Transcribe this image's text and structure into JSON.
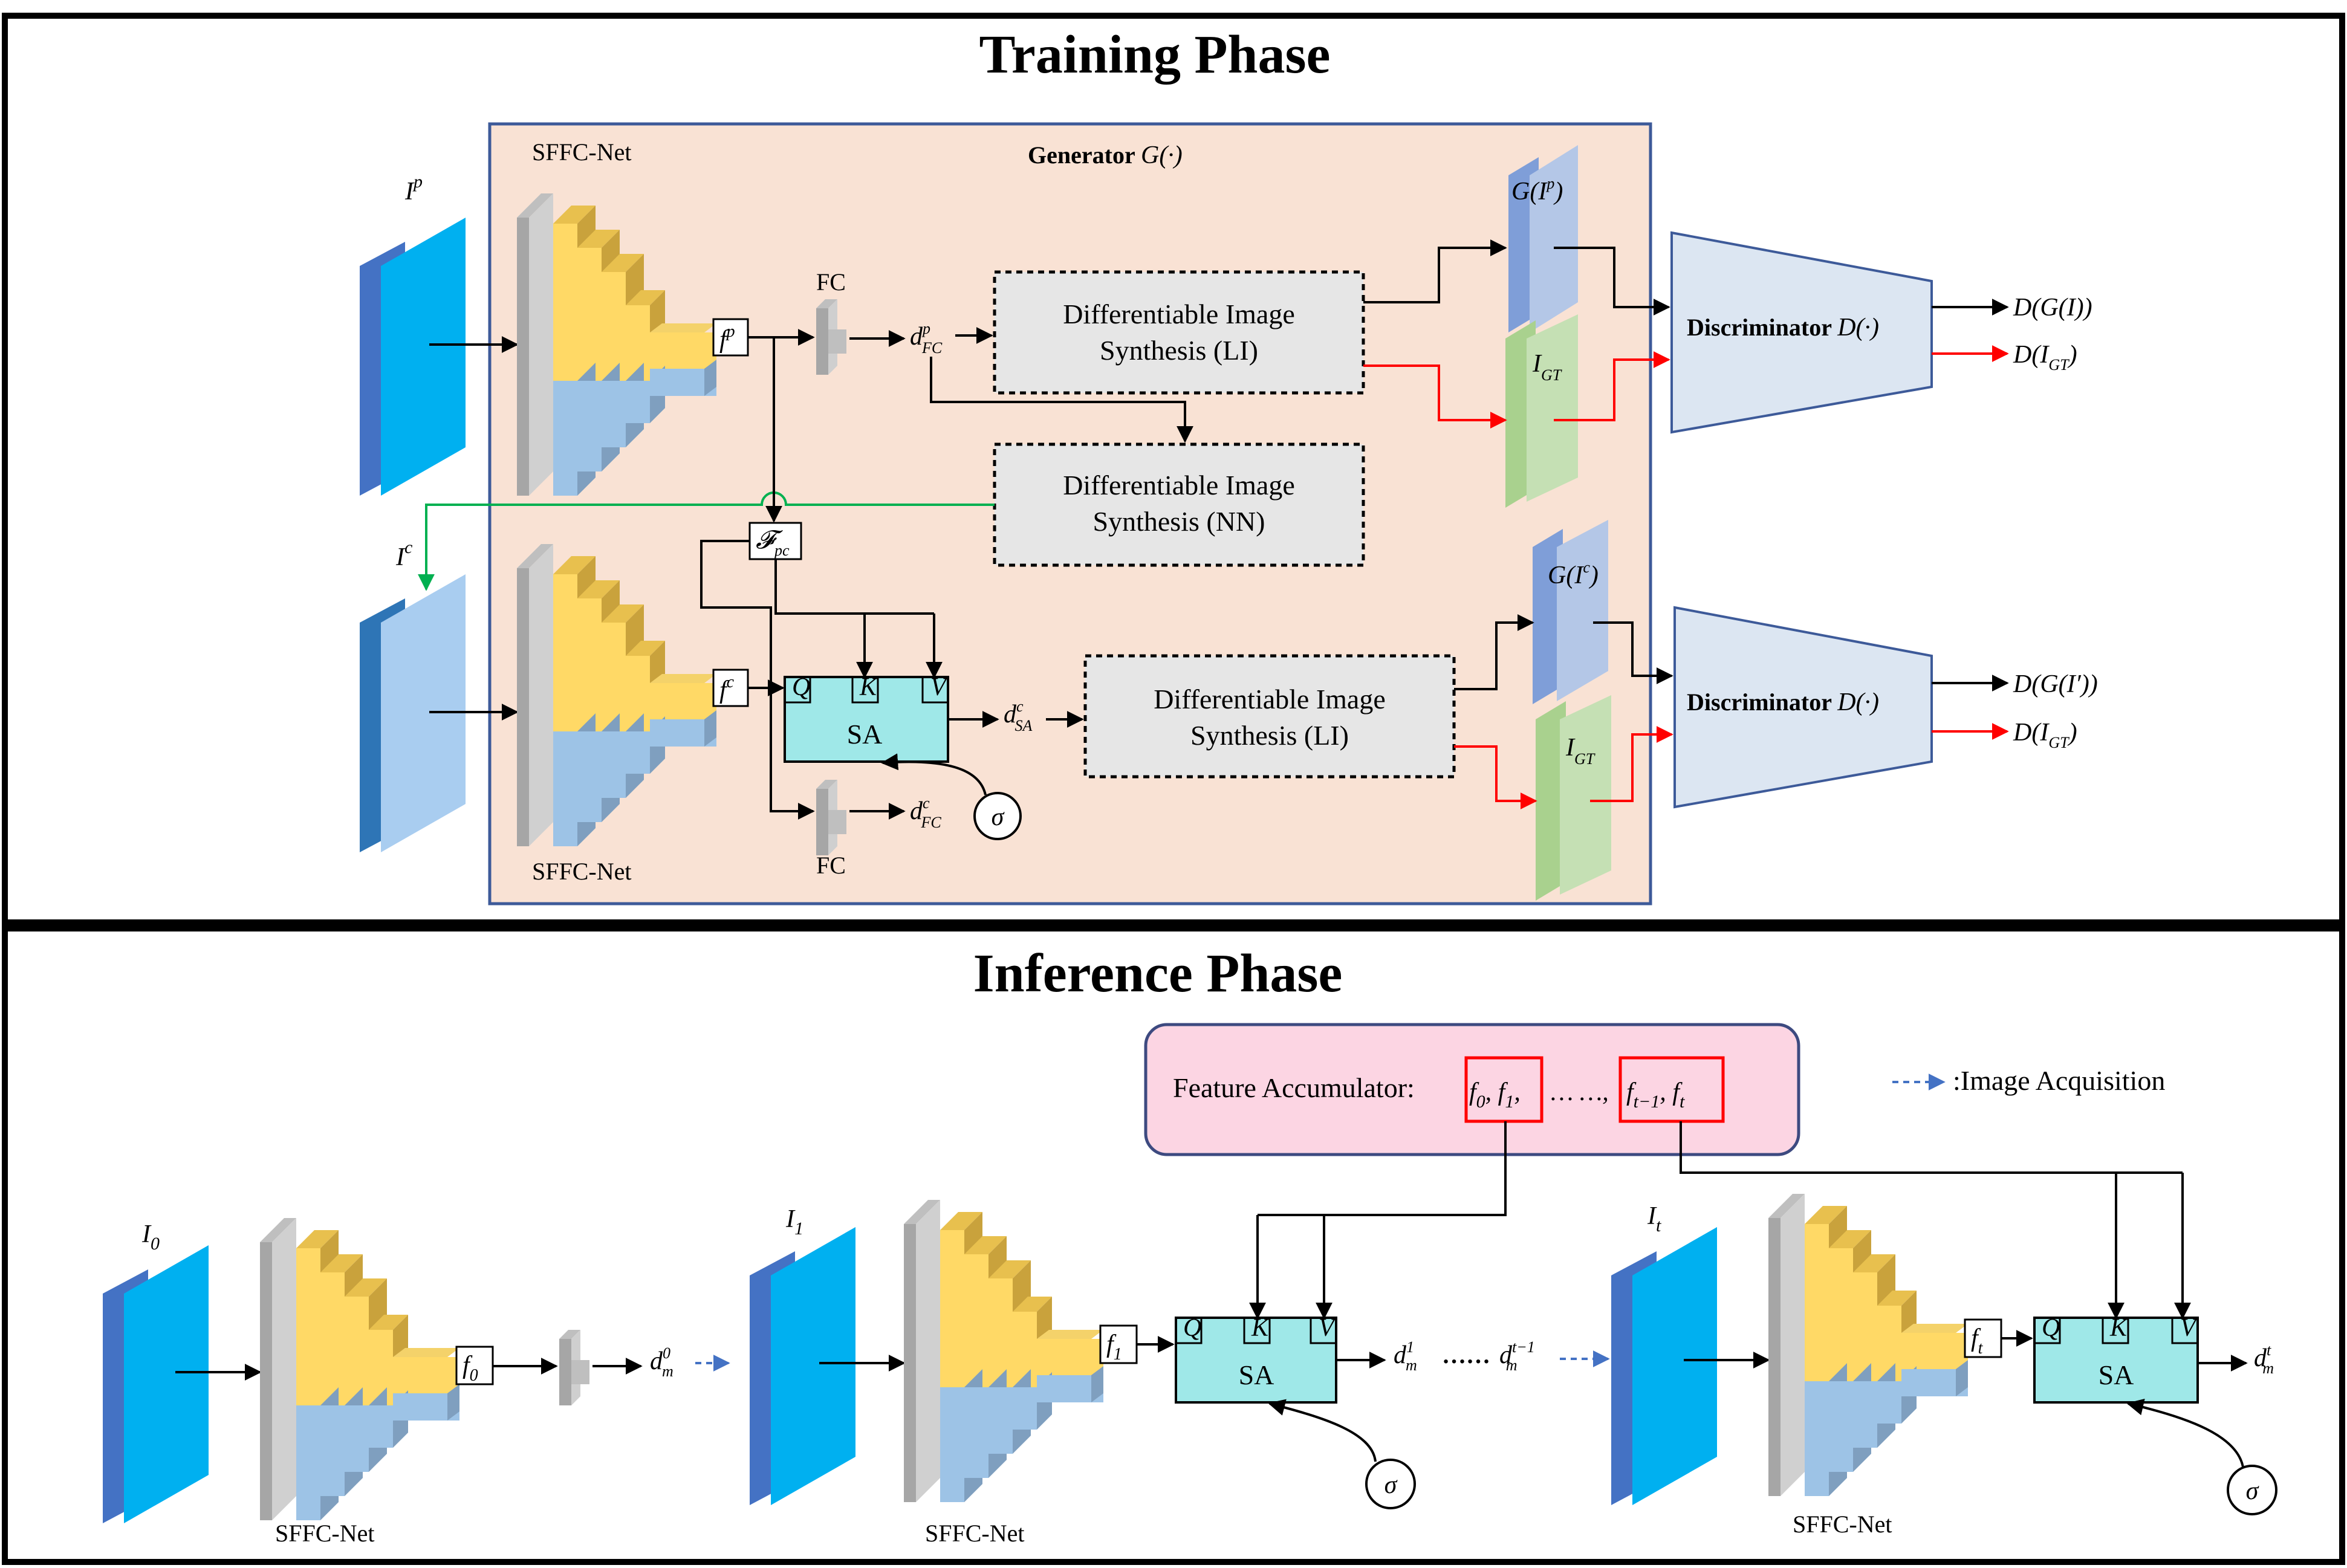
{
  "training": {
    "title": "Training Phase",
    "generator_label": "Generator",
    "generator_symbol": "G(·)",
    "input_p": "I",
    "input_p_sup": "p",
    "input_c": "I",
    "input_c_sup": "c",
    "sffc_top": "SFFC-Net",
    "sffc_bottom": "SFFC-Net",
    "feat_p": "f",
    "feat_p_sup": "p",
    "feat_c": "f",
    "feat_c_sup": "c",
    "fc_top": "FC",
    "fc_bottom": "FC",
    "fpc": "𝓕",
    "fpc_sub": "pc",
    "d_fc_p": "d",
    "d_fc_p_sup": "p",
    "d_fc_p_sub": "FC",
    "d_sa_c": "d",
    "d_sa_c_sup": "c",
    "d_sa_c_sub": "SA",
    "d_fc_c": "d",
    "d_fc_c_sup": "c",
    "d_fc_c_sub": "FC",
    "dis_li_1_line1": "Differentiable Image",
    "dis_li_1_line2": "Synthesis (LI)",
    "dis_nn_line1": "Differentiable Image",
    "dis_nn_line2": "Synthesis (NN)",
    "dis_li_2_line1": "Differentiable Image",
    "dis_li_2_line2": "Synthesis (LI)",
    "sa": "SA",
    "q": "Q",
    "k": "K",
    "v": "V",
    "sigma": "σ",
    "g_ip": "G(I",
    "g_ip_sup": "p",
    "g_ip_close": ")",
    "g_ic": "G(I",
    "g_ic_sup": "c",
    "g_ic_close": ")",
    "igt": "I",
    "igt_sub": "GT",
    "disc_label": "Discriminator",
    "disc_symbol": "D(·)",
    "out_dgi": "D(G(I))",
    "out_digt": "D(I",
    "out_digt_sub": "GT",
    "out_dgi2": "D(G(I′))",
    "out_digt2": "D(I",
    "out_digt2_sub": "GT"
  },
  "inference": {
    "title": "Inference Phase",
    "accumulator_label": "Feature Accumulator:",
    "acc_f0": "f",
    "acc_f0_sub": "0",
    "acc_f1": "f",
    "acc_f1_sub": "1",
    "acc_dots": "… …",
    "acc_ft1": "f",
    "acc_ft1_sub": "t−1",
    "acc_ft": "f",
    "acc_ft_sub": "t",
    "legend": ":Image Acquisition",
    "i0": "I",
    "i0_sub": "0",
    "i1": "I",
    "i1_sub": "1",
    "it": "I",
    "it_sub": "t",
    "sffc_1": "SFFC-Net",
    "sffc_2": "SFFC-Net",
    "sffc_3": "SFFC-Net",
    "f0": "f",
    "f0_sub": "0",
    "f1": "f",
    "f1_sub": "1",
    "ft": "f",
    "ft_sub": "t",
    "dm0": "d",
    "dm0_sup": "0",
    "dm0_sub": "m",
    "dm1": "d",
    "dm1_sup": "1",
    "dm1_sub": "m",
    "dots": "……",
    "dmt1": "d",
    "dmt1_sup": "t−1",
    "dmt1_sub": "m",
    "dmt": "d",
    "dmt_sup": "t",
    "dmt_sub": "m",
    "sa": "SA",
    "q": "Q",
    "k": "K",
    "v": "V",
    "sigma": "σ"
  },
  "colors": {
    "generator_fill": "#f9e2d4",
    "generator_border": "#3d5a99",
    "input_blue": "#00b0f0",
    "input_dark": "#4472c4",
    "input_light": "#a9cdf0",
    "yellow": "#ffd966",
    "light_blue_block": "#9dc3e6",
    "sa_fill": "#9fe8e8",
    "disc_fill": "#dce6f2",
    "accum_fill": "#fcd5e3",
    "red": "#ff0000",
    "green": "#00b050"
  }
}
